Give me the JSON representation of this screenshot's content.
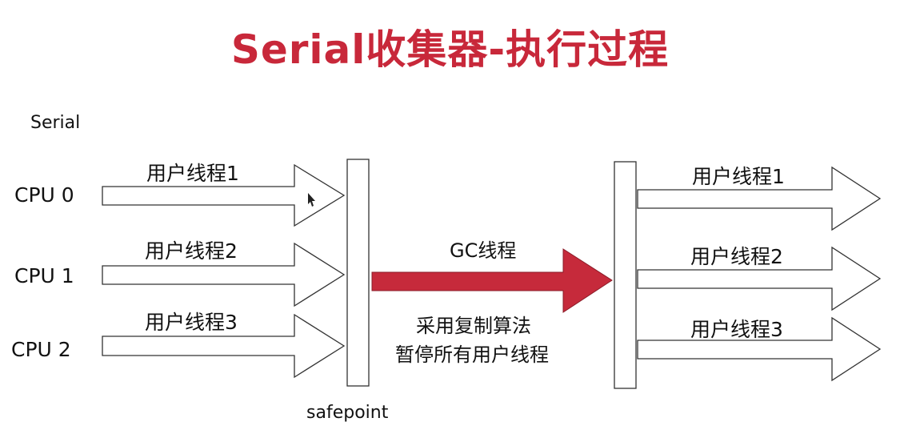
{
  "title": "Serial收集器-执行过程",
  "colors": {
    "title": "#c8283a",
    "gc_arrow": "#c62a3b",
    "stroke": "#333333"
  },
  "collector_label": "Serial",
  "cpus": [
    "CPU 0",
    "CPU 1",
    "CPU 2"
  ],
  "threads_before": [
    "用户线程1",
    "用户线程2",
    "用户线程3"
  ],
  "threads_after": [
    "用户线程1",
    "用户线程2",
    "用户线程3"
  ],
  "gc_thread": {
    "label": "GC线程",
    "desc_line1": "采用复制算法",
    "desc_line2": "暂停所有用户线程"
  },
  "safepoint_label": "safepoint"
}
